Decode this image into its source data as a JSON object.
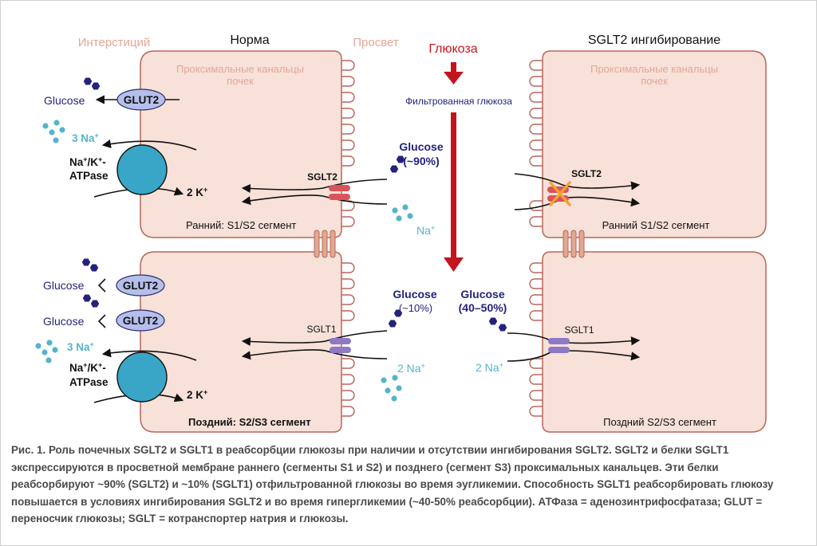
{
  "colors": {
    "cell_fill": "#f7e1d8",
    "cell_stroke": "#b7675b",
    "header_salmon": "#e3a797",
    "glucose_dot": "#23237a",
    "glucose_text": "#23237a",
    "sodium_dot": "#57b3cc",
    "sodium_text": "#57b3cc",
    "glut_fill": "#b6bfec",
    "atpase_fill": "#3aa6c7",
    "sglt2_mark": "#d9545a",
    "sglt1_mark": "#8d79c6",
    "flow_arrow": "#c3151d",
    "inhibit_cross": "#f5a233"
  },
  "icons": [
    "glucose-molecule-icon",
    "sodium-ion-icon",
    "inhibition-cross-icon",
    "tight-junction-icon"
  ],
  "header": {
    "interstitium": "Интерстиций",
    "normal": "Норма",
    "lumen": "Просвет",
    "glucose": "Глюкоза",
    "inhibition": "SGLT2 ингибирование"
  },
  "flow": {
    "filtered": "Фильтрованная глюкоза"
  },
  "normal": {
    "cell_title_line1": "Проксимальные канальцы",
    "cell_title_line2": "почек",
    "early": {
      "glucose_label": "Glucose",
      "glut_label": "GLUT2",
      "na_out_label": "3 Na",
      "na_out_sup": "+",
      "atpase_line1_a": "Na",
      "atpase_line1_sup1": "+",
      "atpase_line1_b": "/K",
      "atpase_line1_sup2": "+",
      "atpase_line1_c": "-",
      "atpase_line2": "ATPase",
      "k_label": "2 K",
      "k_sup": "+",
      "transporter": "SGLT2",
      "segment": "Ранний: S1/S2 сегмент",
      "lumen_glucose": "Glucose",
      "lumen_glucose_pct": "(~90%)",
      "lumen_na": "Na",
      "lumen_na_sup": "+"
    },
    "late": {
      "glucose_label_1": "Glucose",
      "glucose_label_2": "Glucose",
      "glut_label_1": "GLUT2",
      "glut_label_2": "GLUT2",
      "na_out_label": "3 Na",
      "na_out_sup": "+",
      "atpase_line1_a": "Na",
      "atpase_line1_sup1": "+",
      "atpase_line1_b": "/K",
      "atpase_line1_sup2": "+",
      "atpase_line1_c": "-",
      "atpase_line2": "ATPase",
      "k_label": "2 K",
      "k_sup": "+",
      "transporter": "SGLT1",
      "segment": "Поздний: S2/S3 сегмент",
      "lumen_glucose": "Glucose",
      "lumen_glucose_pct": "(~10%)",
      "lumen_na": "2 Na",
      "lumen_na_sup": "+"
    }
  },
  "inhibited": {
    "cell_title_line1": "Проксимальные канальцы",
    "cell_title_line2": "почек",
    "early": {
      "transporter": "SGLT2",
      "segment": "Ранний S1/S2 сегмент"
    },
    "late": {
      "glucose_label": "Glucose",
      "glucose_pct": "(40–50%)",
      "na_label": "2 Na",
      "na_sup": "+",
      "transporter": "SGLT1",
      "segment": "Поздний S2/S3 сегмент"
    }
  },
  "caption": "Рис. 1. Роль почечных SGLT2 и SGLT1 в реабсорбции глюкозы при наличии и отсутствии ингибирования SGLT2. SGLT2 и белки SGLT1 экспрессируются в просветной мембране раннего (сегменты S1 и S2) и позднего (сегмент S3) проксимальных канальцев. Эти белки реабсорбируют ~90% (SGLT2) и ~10% (SGLT1) отфильтрованной глюкозы во время эугликемии. Способность SGLT1 реабсорбировать глюкозу повышается в условиях ингибирования SGLT2 и во время гипергликемии (~40-50% реабсорбции). АТФаза = аденозинтрифосфатаза; GLUT = переносчик глюкозы; SGLT = котранспортер натрия и глюкозы."
}
